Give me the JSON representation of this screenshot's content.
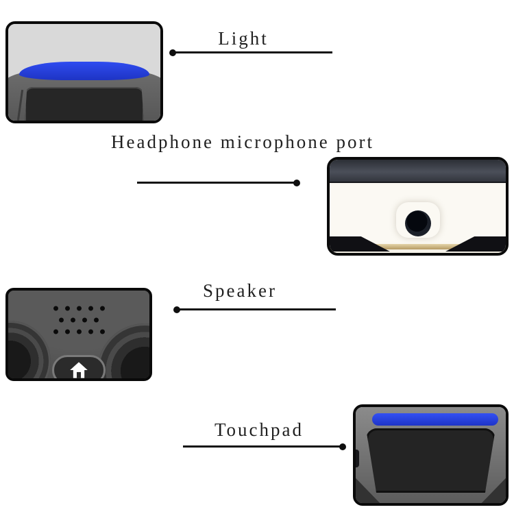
{
  "page": {
    "background": "#ffffff"
  },
  "colors": {
    "label_text": "#1f1f1f",
    "leader_line": "#0f0f0f",
    "light_bar_blue": "#2540e0",
    "photo_border": "#0a0a0a",
    "controller_gray": "#5d5d5d",
    "touchpad_dark": "#262626",
    "controller_body_white": "#f8f6ef",
    "bottom_band_slate": "#383b42"
  },
  "callouts": {
    "light": {
      "label": "Light"
    },
    "headphone": {
      "label": "Headphone microphone port"
    },
    "speaker": {
      "label": "Speaker"
    },
    "touchpad": {
      "label": "Touchpad"
    }
  },
  "icons": {
    "home_button": "home-icon"
  }
}
